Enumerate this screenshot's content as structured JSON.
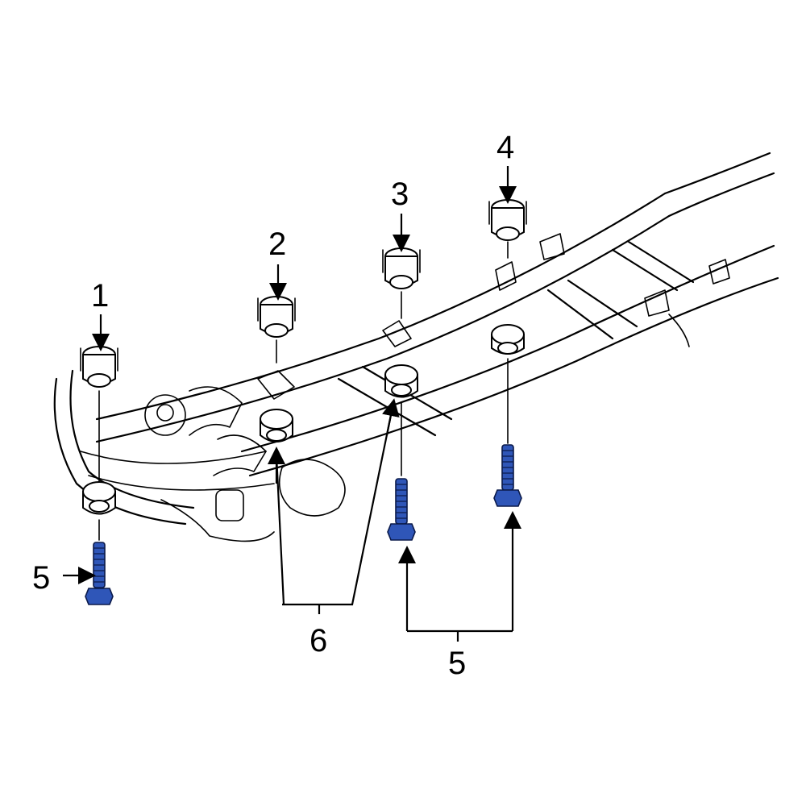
{
  "callouts": {
    "c1": "1",
    "c2": "2",
    "c3": "3",
    "c4": "4",
    "c5a": "5",
    "c5b": "5",
    "c6": "6"
  },
  "colors": {
    "line": "#000000",
    "bolt": "#2f56b8",
    "background": "#ffffff"
  },
  "icons": [
    "frame-outline",
    "cushion",
    "bolt"
  ]
}
